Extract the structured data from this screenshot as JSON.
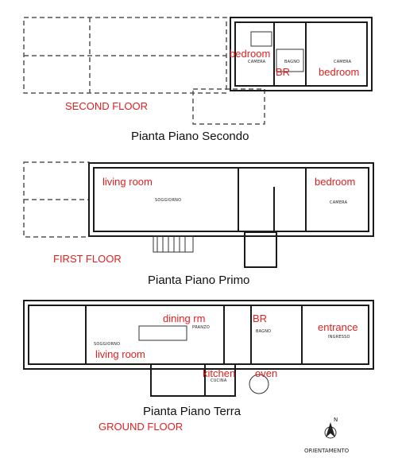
{
  "floors": {
    "second": {
      "caption": "Pianta Piano Secondo",
      "annotation": "SECOND FLOOR",
      "rooms": {
        "camera_left": "CAMERA",
        "bagno": "BAGNO",
        "camera_right": "CAMERA"
      },
      "labels": {
        "bedroom_left": "bedroom",
        "br": "BR",
        "bedroom_right": "bedroom"
      }
    },
    "first": {
      "caption": "Pianta Piano Primo",
      "annotation": "FIRST FLOOR",
      "rooms": {
        "soggiorno": "SOGGIORNO",
        "camera": "CAMERA"
      },
      "labels": {
        "living_room": "living room",
        "bedroom": "bedroom"
      }
    },
    "ground": {
      "caption": "Pianta Piano Terra",
      "annotation": "GROUND FLOOR",
      "rooms": {
        "pranzo": "PRANZO",
        "bagno": "BAGNO",
        "ingresso": "INGRESSO",
        "soggiorno": "SOGGIORNO",
        "cucina": "CUCINA"
      },
      "labels": {
        "dining": "dining rm",
        "br": "BR",
        "entrance": "entrance",
        "living_room": "living room",
        "kitchen": "kitchen",
        "oven": "oven"
      }
    }
  },
  "compass": {
    "north": "N",
    "label": "ORIENTAMENTO"
  },
  "colors": {
    "annotation": "#e02020",
    "ink": "#1a1a1a"
  }
}
